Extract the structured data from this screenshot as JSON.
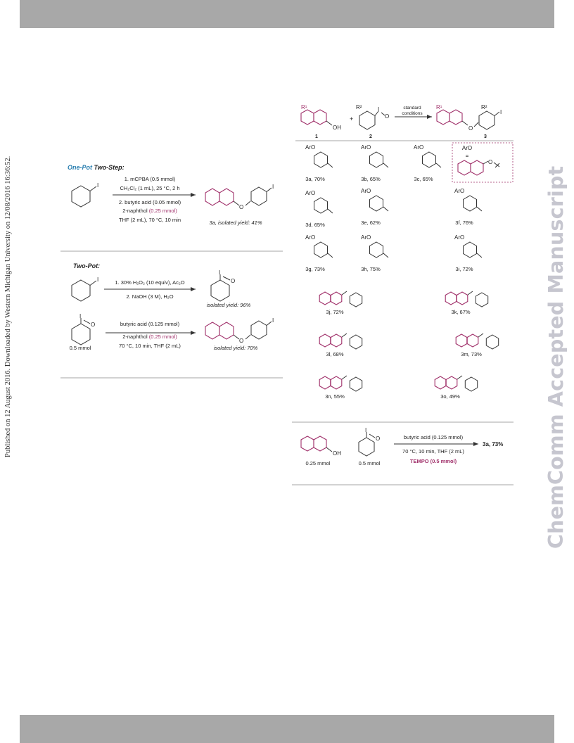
{
  "side_note": "Published on 12 August 2016. Downloaded by Western Michigan University on 12/08/2016 16:36:52.",
  "watermark": "ChemComm Accepted Manuscript",
  "one_pot": {
    "title_colored": "One-Pot",
    "title_rest": " Two-Step:",
    "step1_line1": "1. mCPBA (0.5 mmol)",
    "step1_line2": "CH₂Cl₂ (1 mL), 25 °C, 2 h",
    "step2_line1": "2. butyric acid (0.05 mmol)",
    "step2_line2_a": "2-naphthol ",
    "step2_line2_b": "(0.25 mmol)",
    "step2_line3": "THF (2 mL), 70 °C, 10 min",
    "yield": "3a, isolated yield: 41%"
  },
  "two_pot": {
    "title": "Two-Pot:",
    "r1_line1": "1. 30% H₂O₂ (10 equiv), Ac₂O",
    "r1_line2": "2. NaOH (3 M), H₂O",
    "r1_yield": "isolated yield: 96%",
    "r2_line1": "butyric acid (0.125 mmol)",
    "r2_line2_a": "2-naphthol ",
    "r2_line2_b": "(0.25 mmol)",
    "r2_line3": "70 °C, 10 min, THF (2 mL)",
    "r2_amount": "0.5 mmol",
    "r2_yield": "isolated yield: 70%"
  },
  "scope": {
    "header_arrow_top": "standard",
    "header_arrow_bottom": "conditions",
    "label_1": "1",
    "label_2": "2",
    "label_3": "3",
    "plus": "+",
    "r1": "R¹",
    "r2": "R²",
    "aro_def_top": "ArO",
    "aro_def_eq": "=",
    "items": [
      {
        "label": "3a, 70%"
      },
      {
        "label": "3b, 65%"
      },
      {
        "label": "3c, 65%"
      },
      {
        "label": "3d, 65%"
      },
      {
        "label": "3e, 62%"
      },
      {
        "label": "3f, 76%"
      },
      {
        "label": "3g, 73%"
      },
      {
        "label": "3h, 75%"
      },
      {
        "label": "3i, 72%"
      },
      {
        "label": "3j, 72%"
      },
      {
        "label": "3k, 67%"
      },
      {
        "label": "3l, 68%"
      },
      {
        "label": "3m, 73%"
      },
      {
        "label": "3n, 55%"
      },
      {
        "label": "3o, 49%"
      }
    ]
  },
  "tempo": {
    "left_amount": "0.25 mmol",
    "mid_amount": "0.5 mmol",
    "cond_line1": "butyric acid (0.125 mmol)",
    "cond_line2": "70 °C, 10 min, THF (2 mL)",
    "cond_line3": "TEMPO (0.5 mmol)",
    "result": "3a, 73%"
  },
  "colors": {
    "magenta": "#a0306a",
    "blue": "#2a7fb0",
    "gray_bar": "#a8a8a8"
  }
}
